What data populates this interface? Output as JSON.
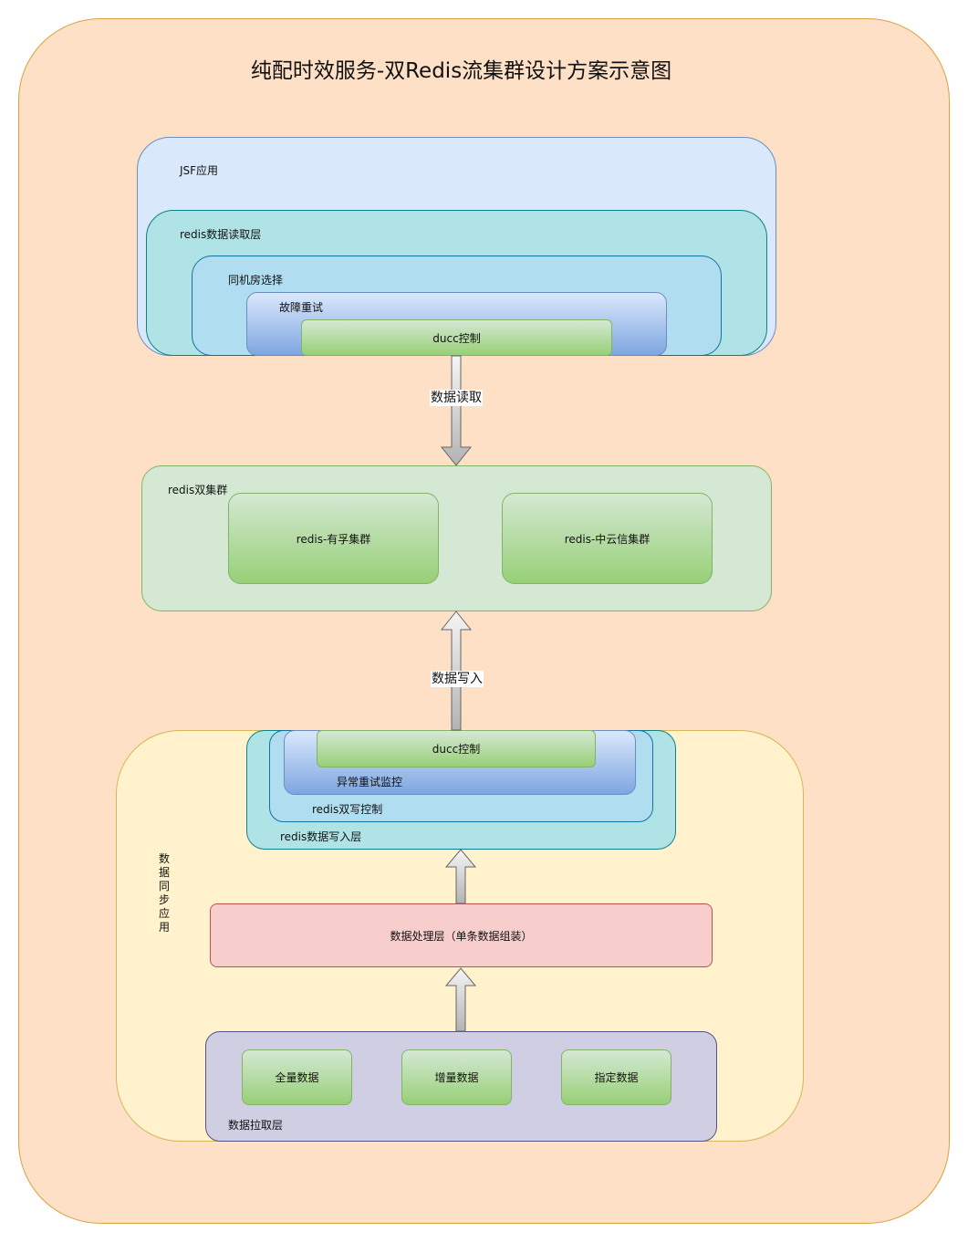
{
  "title": "纯配时效服务-双Redis流集群设计方案示意图",
  "jsf_app": {
    "label": "JSF应用",
    "read_layer": "redis数据读取层",
    "same_room": "同机房选择",
    "failover": "故障重试",
    "ducc": "ducc控制"
  },
  "read_arrow": "数据读取",
  "redis_cluster": {
    "label": "redis双集群",
    "clusters": [
      "redis-有孚集群",
      "redis-中云信集群"
    ]
  },
  "write_arrow": "数据写入",
  "sync_app": {
    "label": "数据同步应用",
    "write_layer": "redis数据写入层",
    "dual_write": "redis双写控制",
    "retry_monitor": "异常重试监控",
    "ducc": "ducc控制",
    "process_layer": "数据处理层（单条数据组装）",
    "fetch_layer": "数据拉取层",
    "data_sources": [
      "全量数据",
      "增量数据",
      "指定数据"
    ]
  },
  "colors": {
    "outer_fill": "#fde0c6",
    "jsf_fill": "#dae8fc",
    "teal_fill": "#b0e3e6",
    "blue_fill": "#b1ddf0",
    "green_fill": "#d5e8d4",
    "yellow_fill": "#fff2cc",
    "red_fill": "#f8cecc",
    "purple_fill": "#d0cee2"
  }
}
